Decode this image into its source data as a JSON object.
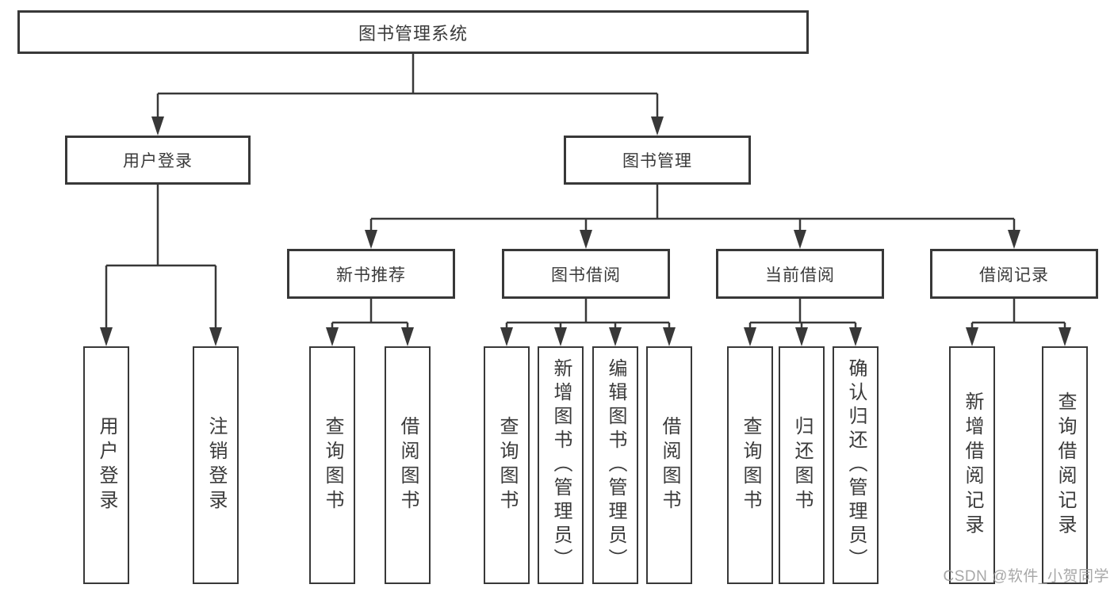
{
  "diagram_title": "图书管理系统",
  "watermark": {
    "text": "CSDN @软件_小贺同学",
    "color": "#9e9e9e"
  },
  "colors": {
    "line": "#383838",
    "text": "#3a3a3a",
    "box_background": "#ffffff",
    "page_background": "#ffffff"
  },
  "tree": {
    "root": {
      "label": "图书管理系统"
    },
    "branches": [
      {
        "label": "用户登录",
        "children": [
          {
            "label": "用户登录"
          },
          {
            "label": "注销登录"
          }
        ]
      },
      {
        "label": "图书管理",
        "children": [
          {
            "label": "新书推荐",
            "children": [
              {
                "label": "查询图书"
              },
              {
                "label": "借阅图书"
              }
            ]
          },
          {
            "label": "图书借阅",
            "children": [
              {
                "label": "查询图书"
              },
              {
                "label": "新增图书（管理员）"
              },
              {
                "label": "编辑图书（管理员）"
              },
              {
                "label": "借阅图书"
              }
            ]
          },
          {
            "label": "当前借阅",
            "children": [
              {
                "label": "查询图书"
              },
              {
                "label": "归还图书"
              },
              {
                "label": "确认归还（管理员）"
              }
            ]
          },
          {
            "label": "借阅记录",
            "children": [
              {
                "label": "新增借阅记录"
              },
              {
                "label": "查询借阅记录"
              }
            ]
          }
        ]
      }
    ]
  }
}
